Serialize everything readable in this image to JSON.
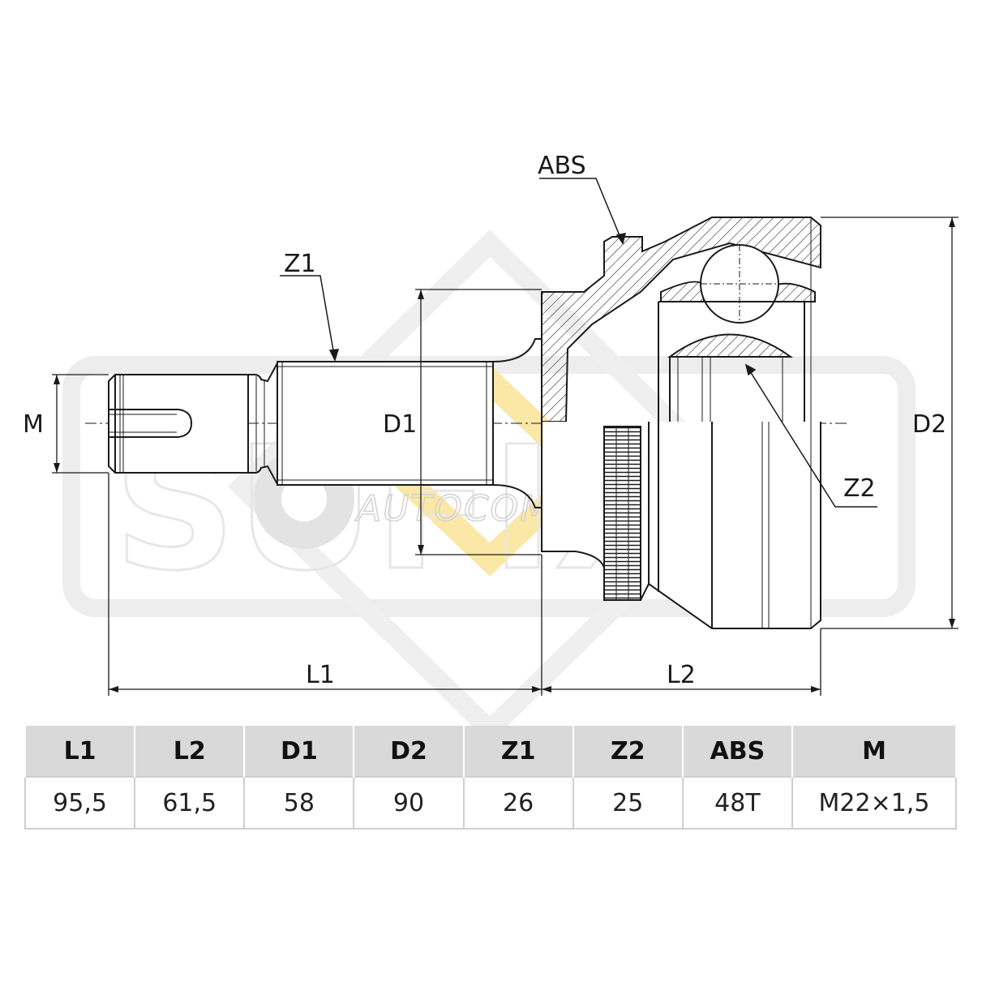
{
  "labels": {
    "abs": "ABS",
    "z1": "Z1",
    "z2": "Z2",
    "m": "M",
    "d1": "D1",
    "d2": "D2",
    "l1": "L1",
    "l2": "L2"
  },
  "watermark": {
    "brand": "SUFIX",
    "text": "AUTOCOMPAS"
  },
  "table": {
    "headers": [
      "L1",
      "L2",
      "D1",
      "D2",
      "Z1",
      "Z2",
      "ABS",
      "M"
    ],
    "values": [
      "95,5",
      "61,5",
      "58",
      "90",
      "26",
      "25",
      "48T",
      "M22×1,5"
    ]
  },
  "colors": {
    "line": "#1a1a1a",
    "table_header_bg": "#d9d9d9",
    "table_border": "#cfcfcf",
    "watermark_gray": "#e6e6e6",
    "watermark_gold": "#fbe7a6"
  }
}
